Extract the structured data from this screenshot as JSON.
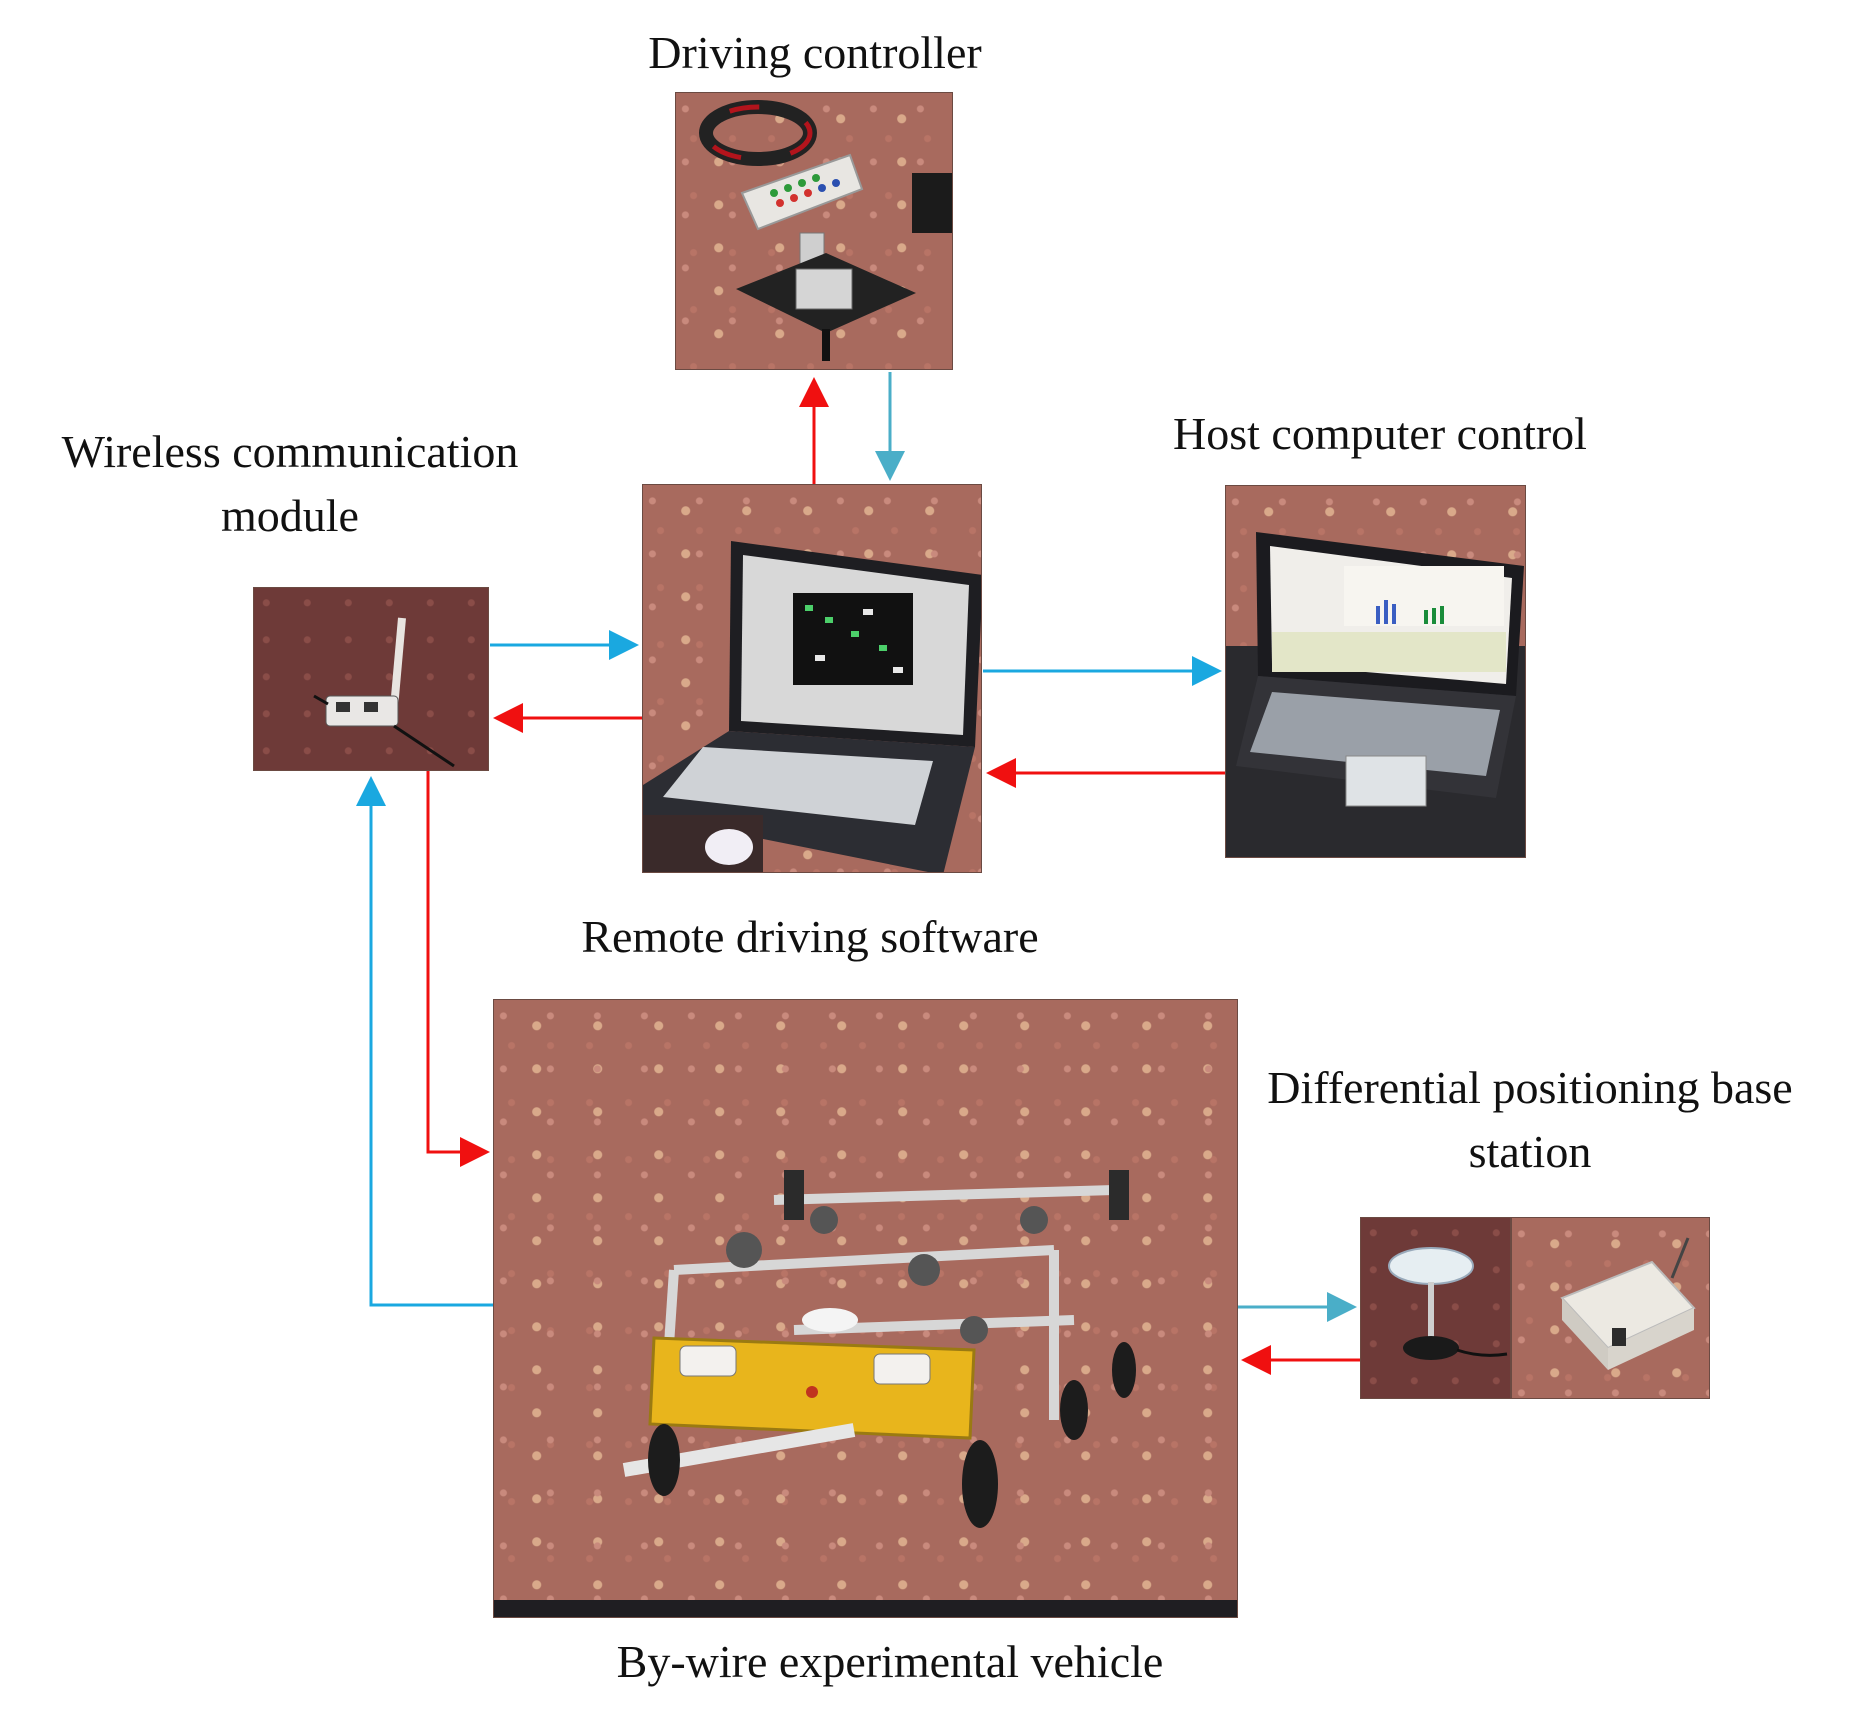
{
  "labels": {
    "driving_controller": "Driving controller",
    "wireless_module_line1": "Wireless communication",
    "wireless_module_line2": "module",
    "host_computer": "Host computer control",
    "remote_software": "Remote driving software",
    "differential_line1": "Differential positioning base",
    "differential_line2": "station",
    "vehicle": "By-wire experimental vehicle"
  },
  "colors": {
    "blue_arrow": "#1aa8e0",
    "teal_arrow": "#4aaec8",
    "red_arrow": "#f01010",
    "ground": "#a86a5e"
  },
  "icons": [
    "steering-wheel-icon",
    "laptop-icon",
    "antenna-icon",
    "robot-vehicle-icon",
    "gnss-antenna-icon"
  ]
}
